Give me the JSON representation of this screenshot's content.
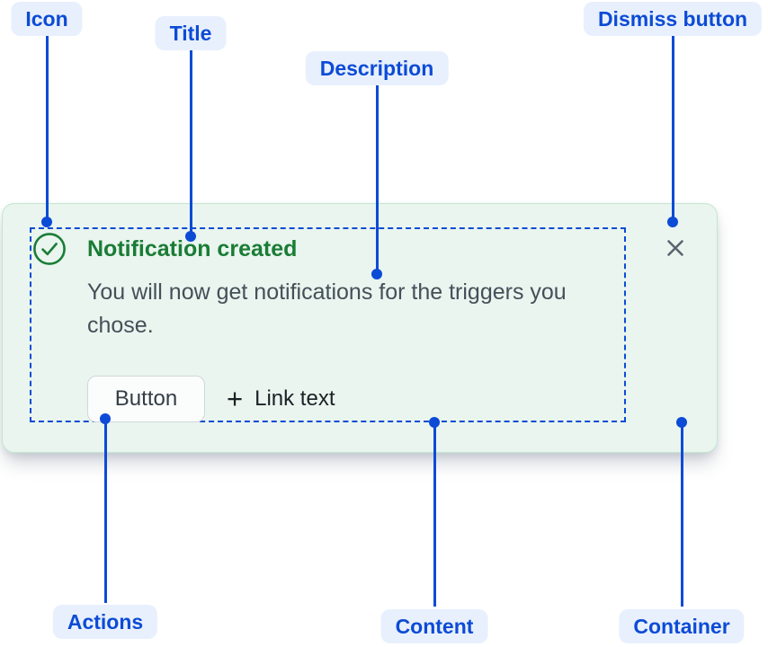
{
  "callouts": {
    "icon": "Icon",
    "title": "Title",
    "description": "Description",
    "dismiss": "Dismiss button",
    "actions": "Actions",
    "content": "Content",
    "container": "Container"
  },
  "flag": {
    "title": "Notification created",
    "description": "You will now get notifications for the triggers you chose.",
    "actions": {
      "button": "Button",
      "link": "Link text",
      "link_icon_glyph": "+"
    },
    "icons": {
      "status": "success-check-circle-icon",
      "dismiss": "cross-icon"
    }
  },
  "colors": {
    "annotation_blue": "#0c4bd6",
    "pill_bg": "#e8f0fd",
    "card_bg": "#e9f5ee",
    "card_border": "#c3e6d0",
    "title_green": "#1a7c36",
    "icon_green": "#1a7c36",
    "description_gray": "#454f59",
    "dismiss_gray": "#5a6570",
    "button_border": "#d2d7dc",
    "button_bg": "#fbfcfc",
    "button_text": "#333d45",
    "link_text": "#1b2126"
  }
}
